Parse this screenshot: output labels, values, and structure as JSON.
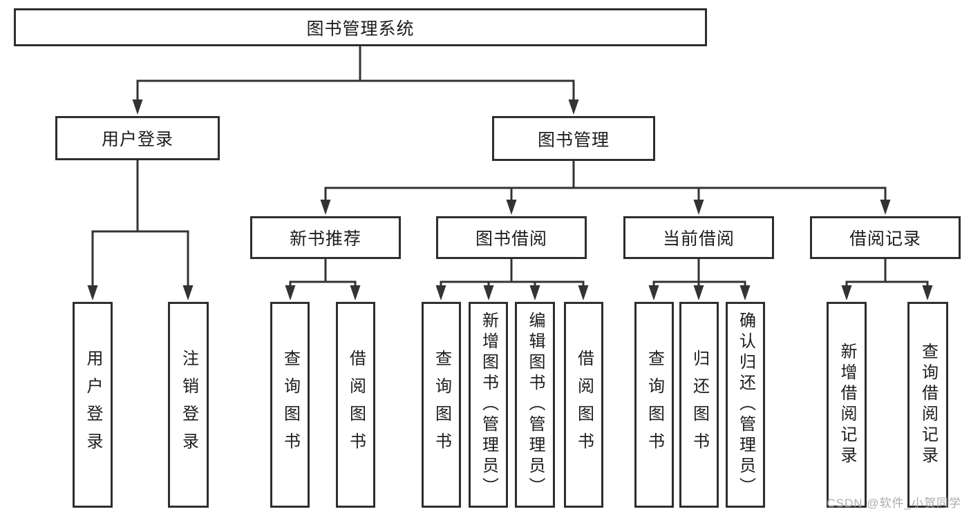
{
  "root": {
    "label": "图书管理系统"
  },
  "level2": {
    "user_login": {
      "label": "用户登录"
    },
    "book_management": {
      "label": "图书管理"
    }
  },
  "level3": {
    "new_book_recommendation": {
      "label": "新书推荐"
    },
    "book_borrowing": {
      "label": "图书借阅"
    },
    "current_borrowing": {
      "label": "当前借阅"
    },
    "borrowing_records": {
      "label": "借阅记录"
    }
  },
  "leaves": {
    "user_login": {
      "user_login": "用户登录",
      "logout": "注销登录"
    },
    "new_book_recommendation": {
      "query_books": "查询图书",
      "borrow_books": "借阅图书"
    },
    "book_borrowing": {
      "query_books": "查询图书",
      "add_books": "新增图书（管理员）",
      "edit_books": "编辑图书（管理员）",
      "borrow_books": "借阅图书"
    },
    "current_borrowing": {
      "query_books": "查询图书",
      "return_books": "归还图书",
      "confirm_return": "确认归还（管理员）"
    },
    "borrowing_records": {
      "add_record": "新增借阅记录",
      "query_record": "查询借阅记录"
    }
  },
  "watermark": "CSDN @软件_小贺同学",
  "colors": {
    "line": "#333333",
    "box_border": "#2e2e2e",
    "text": "#1c1c1c",
    "watermark": "#a8a8a8",
    "background": "#ffffff"
  }
}
